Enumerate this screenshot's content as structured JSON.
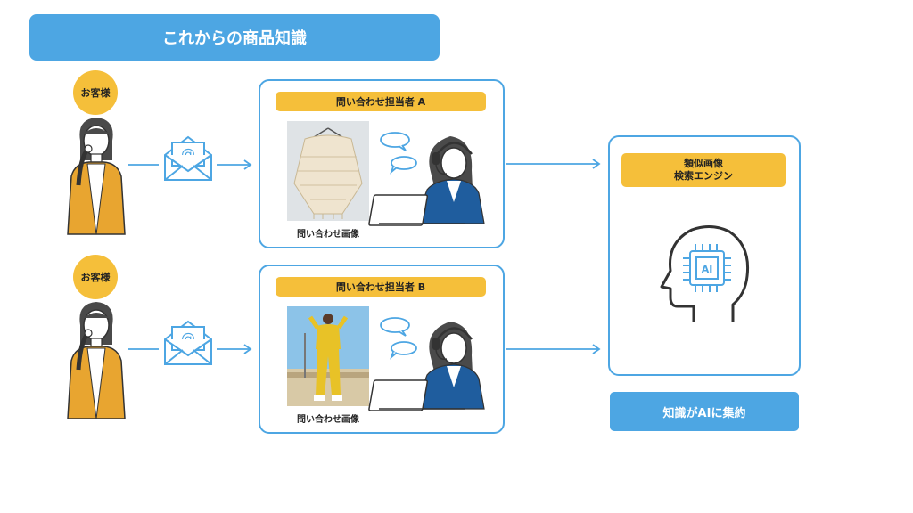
{
  "colors": {
    "blue": "#4da6e3",
    "yellow": "#f5bf3a",
    "jacket": "#e8a530",
    "navy": "#1f5d9e"
  },
  "title": "これからの商品知識",
  "customers": [
    {
      "label": "お客様"
    },
    {
      "label": "お客様"
    }
  ],
  "inquiries": [
    {
      "staff_label": "問い合わせ担当者 A",
      "image_caption": "問い合わせ画像",
      "image_icon": "knit-poncho-photo"
    },
    {
      "staff_label": "問い合わせ担当者 B",
      "image_caption": "問い合わせ画像",
      "image_icon": "yellow-outfit-photo"
    }
  ],
  "engine": {
    "label": "類似画像\n検索エンジン",
    "chip_text": "AI"
  },
  "footer_bar": "知識がAIに集約",
  "icons": [
    "customer-icon",
    "mail-icon",
    "operator-headset-icon",
    "chat-bubble-icon",
    "laptop-icon",
    "ai-head-icon",
    "arrow-icon"
  ]
}
